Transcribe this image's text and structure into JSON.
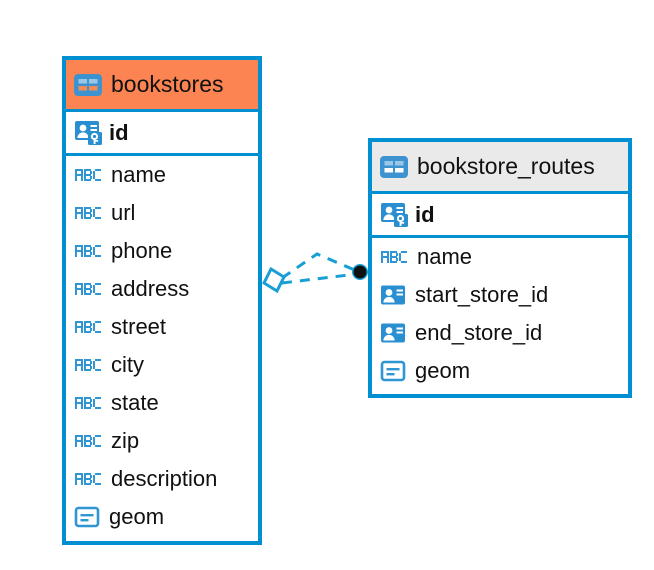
{
  "diagram": {
    "type": "entity-relationship-diagram",
    "background_color": "#ffffff",
    "accent_color": "#008fd0",
    "highlight_color": "#fb8452"
  },
  "entities": [
    {
      "name": "bookstores",
      "header_color": "#fb8452",
      "primary_key": {
        "name": "id",
        "icon": "primary-key-icon"
      },
      "fields": [
        {
          "name": "name",
          "icon": "abc-text-icon"
        },
        {
          "name": "url",
          "icon": "abc-text-icon"
        },
        {
          "name": "phone",
          "icon": "abc-text-icon"
        },
        {
          "name": "address",
          "icon": "abc-text-icon"
        },
        {
          "name": "street",
          "icon": "abc-text-icon"
        },
        {
          "name": "city",
          "icon": "abc-text-icon"
        },
        {
          "name": "state",
          "icon": "abc-text-icon"
        },
        {
          "name": "zip",
          "icon": "abc-text-icon"
        },
        {
          "name": "description",
          "icon": "abc-text-icon"
        },
        {
          "name": "geom",
          "icon": "geometry-icon"
        }
      ]
    },
    {
      "name": "bookstore_routes",
      "header_color": "#eaeaea",
      "primary_key": {
        "name": "id",
        "icon": "primary-key-icon"
      },
      "fields": [
        {
          "name": "name",
          "icon": "abc-text-icon"
        },
        {
          "name": "start_store_id",
          "icon": "id-card-icon"
        },
        {
          "name": "end_store_id",
          "icon": "id-card-icon"
        },
        {
          "name": "geom",
          "icon": "geometry-icon"
        }
      ]
    }
  ],
  "relationship": {
    "style": "dashed",
    "color": "#1a9fd4",
    "source_marker": "diamond-marker",
    "target_marker": "filled-circle-marker",
    "label": ""
  }
}
